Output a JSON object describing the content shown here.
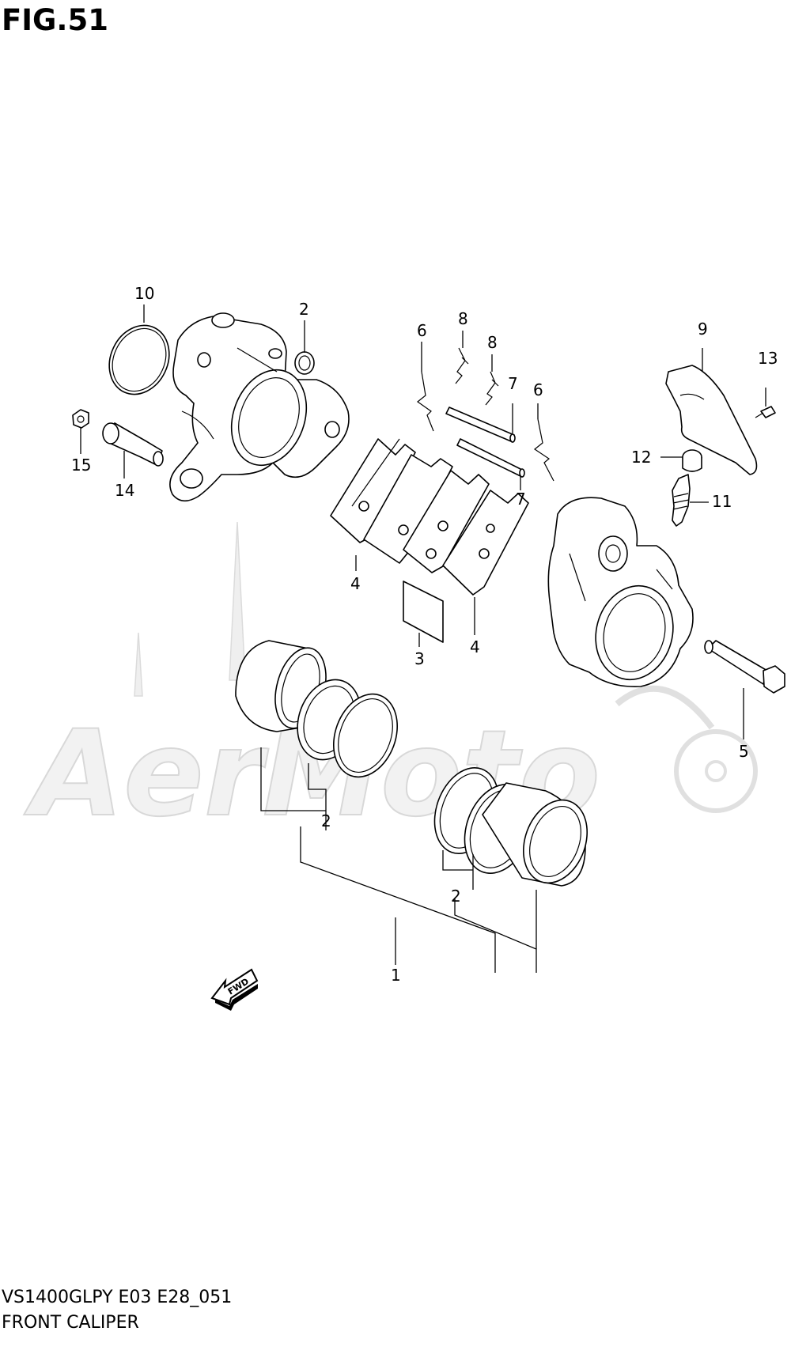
{
  "figure": {
    "title": "FIG.51",
    "model_code": "VS1400GLPY E03 E28_051",
    "name": "FRONT CALIPER"
  },
  "watermark_text": "AerMoto",
  "fwd_label": "FWD",
  "callouts": [
    "10",
    "2",
    "6",
    "8",
    "8",
    "7",
    "6",
    "9",
    "13",
    "15",
    "14",
    "7",
    "12",
    "11",
    "4",
    "3",
    "4",
    "5",
    "2",
    "2",
    "1"
  ]
}
